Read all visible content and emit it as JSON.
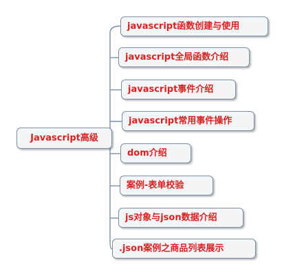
{
  "root": {
    "label": "Javascript高级"
  },
  "branches": [
    {
      "label": "javascript函数创建与使用"
    },
    {
      "label": "javascript全局函数介绍"
    },
    {
      "label": "javascript事件介绍"
    },
    {
      "label": "javascript常用事件操作"
    },
    {
      "label": "dom介绍"
    },
    {
      "label": "案例-表单校验"
    },
    {
      "label": "js对象与json数据介绍"
    },
    {
      "label": ".json案例之商品列表展示"
    }
  ],
  "colors": {
    "text": "#d92121",
    "node_fill": "#f4f5f7",
    "node_border": "#7d8c9f",
    "connector": "#7a8fa8"
  }
}
